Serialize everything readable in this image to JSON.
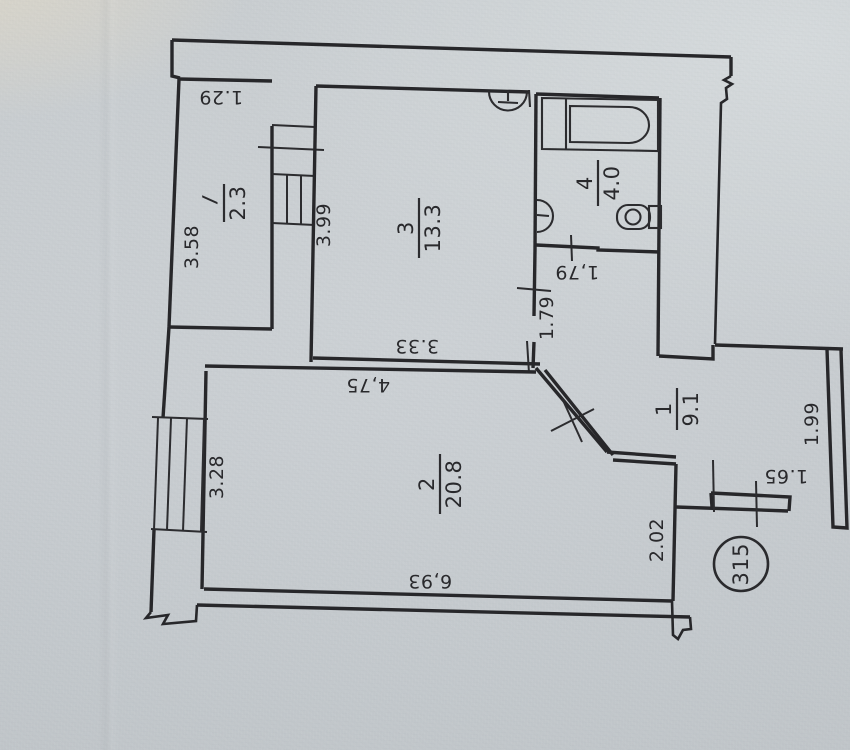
{
  "plan": {
    "title": "apartment floor plan (photographed, rotated 90°)",
    "apartment_badge": "315",
    "rooms": [
      {
        "key": "loggia",
        "number": "I",
        "area": "2.3"
      },
      {
        "key": "hallway",
        "number": "1",
        "area": "9.1"
      },
      {
        "key": "living_room",
        "number": "2",
        "area": "20.8"
      },
      {
        "key": "kitchen",
        "number": "3",
        "area": "13.3"
      },
      {
        "key": "bathroom",
        "number": "4",
        "area": "4.0"
      }
    ],
    "dims": {
      "loggia_w": "1.29",
      "loggia_l": "3.58",
      "kitchen_l": "3.99",
      "kitchen_w": "3.33",
      "living_top": "4,75",
      "living_left": "3.28",
      "living_bottom": "6,93",
      "living_right": "2.02",
      "bath_w": "1,79",
      "hall_wall": "1.79",
      "hall_right": "1.99",
      "entry": "1.65"
    },
    "line_color": "#27272a",
    "paper_color": "#cdd2d5"
  }
}
